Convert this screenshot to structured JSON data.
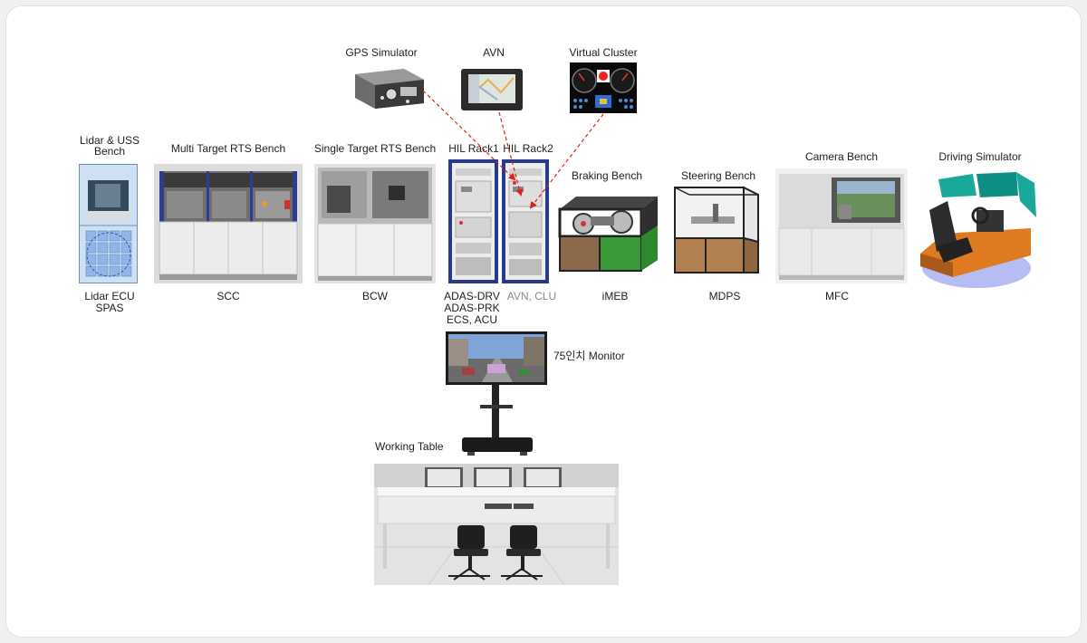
{
  "top_devices": {
    "gps_simulator": "GPS Simulator",
    "avn": "AVN",
    "virtual_cluster": "Virtual Cluster"
  },
  "benches": {
    "lidar_uss": {
      "title_line1": "Lidar & USS",
      "title_line2": "Bench",
      "caption_line1": "Lidar ECU",
      "caption_line2": "SPAS"
    },
    "multi_target": {
      "title": "Multi Target RTS Bench",
      "caption": "SCC"
    },
    "single_target": {
      "title": "Single Target RTS Bench",
      "caption": "BCW"
    },
    "hil_rack1": {
      "title": "HIL Rack1",
      "caption_line1": "ADAS-DRV",
      "caption_line2": "ADAS-PRK",
      "caption_line3": "ECS, ACU"
    },
    "hil_rack2": {
      "title": "HIL Rack2",
      "caption": "AVN, CLU"
    },
    "braking": {
      "title": "Braking Bench",
      "caption": "iMEB"
    },
    "steering": {
      "title": "Steering Bench",
      "caption": "MDPS"
    },
    "camera": {
      "title": "Camera Bench",
      "caption": "MFC"
    },
    "driving_sim": {
      "title": "Driving Simulator"
    }
  },
  "monitor": {
    "label": "75인치 Monitor"
  },
  "working_table": {
    "title": "Working Table"
  },
  "colors": {
    "connection_line": "#e02020",
    "rack_frame": "#2a3a8a",
    "lidar_panel": "#cfe0f3",
    "braking_green": "#3a9a3a",
    "steering_orange": "#b08050",
    "sim_teal": "#1aa89a",
    "sim_orange": "#e07a20"
  }
}
